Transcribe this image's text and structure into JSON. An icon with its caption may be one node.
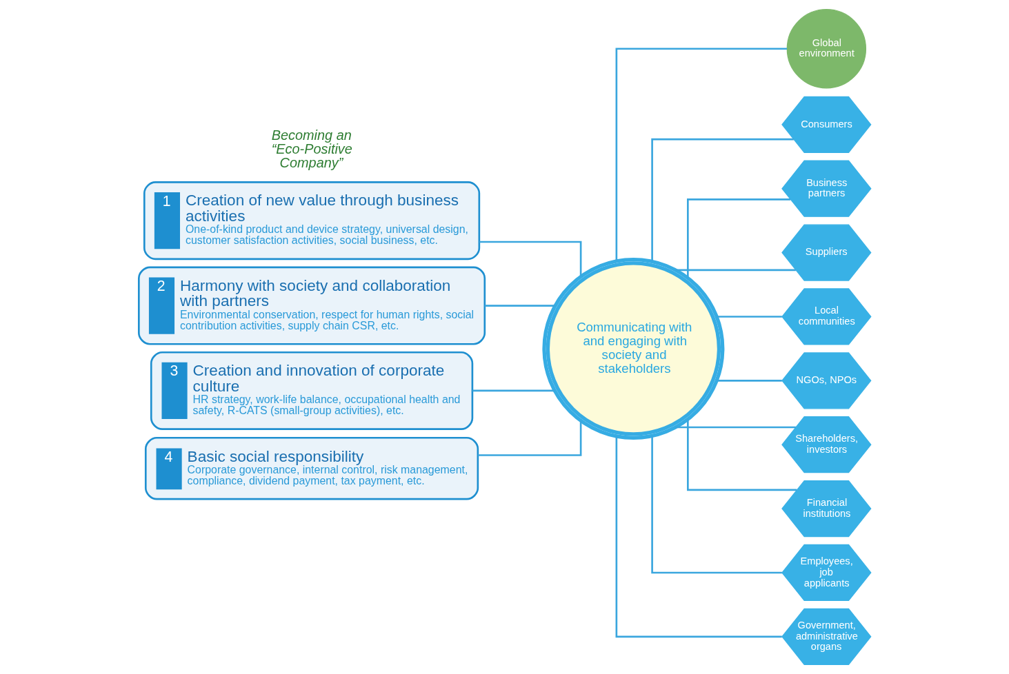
{
  "diagram": {
    "nodes": [
      {
        "text": [
          "1",
          "Creation of new value through business activities",
          "One-of-kind product and device strategy, universal design, customer satisfaction activities, social business, etc."
        ]
      },
      {
        "text": [
          "2",
          "Harmony with society and collaboration with partners",
          "Environmental conservation, respect for human rights, social contribution activities, supply chain CSR, etc."
        ]
      },
      {
        "text": [
          "3",
          "Creation and innovation of corporate culture",
          "HR strategy, work-life balance, occupational health and safety, R-CATS (small-group activities), etc."
        ]
      },
      {
        "text": [
          "4",
          "Basic social responsibility",
          "Corporate governance, internal control, risk management, compliance, dividend payment, tax payment, etc."
        ]
      },
      {
        "text": [
          "Communicating with and engaging with society and stakeholders"
        ]
      },
      {
        "text": [
          "Global environment"
        ]
      },
      {
        "text": [
          "Consumers"
        ]
      },
      {
        "text": [
          "Business partners"
        ]
      },
      {
        "text": [
          "Suppliers"
        ]
      },
      {
        "text": [
          "Local communities"
        ]
      },
      {
        "text": [
          "NGOs, NPOs"
        ]
      },
      {
        "text": [
          "Shareholders, investors"
        ]
      },
      {
        "text": [
          "Financial institutions"
        ]
      },
      {
        "text": [
          "Employees, job applicants"
        ]
      },
      {
        "text": [
          "Government, administrative organs"
        ]
      }
    ],
    "edges": [
      {
        "from": 0,
        "to": 4,
        "arrow": "none"
      },
      {
        "from": 1,
        "to": 4,
        "arrow": "none"
      },
      {
        "from": 2,
        "to": 4,
        "arrow": "none"
      },
      {
        "from": 3,
        "to": 4,
        "arrow": "none"
      },
      {
        "from": 4,
        "to": 5,
        "arrow": "none"
      },
      {
        "from": 4,
        "to": 6,
        "arrow": "none"
      },
      {
        "from": 4,
        "to": 7,
        "arrow": "none"
      },
      {
        "from": 4,
        "to": 8,
        "arrow": "none"
      },
      {
        "from": 4,
        "to": 9,
        "arrow": "none"
      },
      {
        "from": 4,
        "to": 10,
        "arrow": "none"
      },
      {
        "from": 4,
        "to": 11,
        "arrow": "none"
      },
      {
        "from": 4,
        "to": 12,
        "arrow": "none"
      },
      {
        "from": 4,
        "to": 13,
        "arrow": "none"
      },
      {
        "from": 4,
        "to": 14,
        "arrow": "none"
      }
    ],
    "labels": [
      "Becoming an “Eco-Positive Company”"
    ]
  }
}
